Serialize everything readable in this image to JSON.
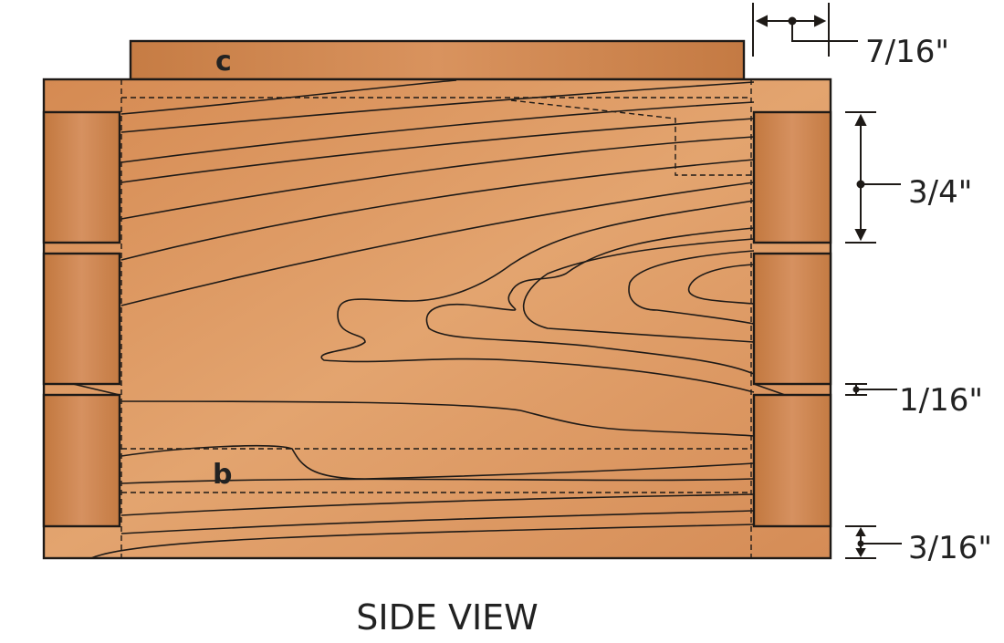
{
  "diagram": {
    "title": "SIDE VIEW",
    "part_labels": {
      "top_piece": "c",
      "lower_piece": "b"
    },
    "dimensions": {
      "top_width": "7/16\"",
      "block_height": "3/4\"",
      "gap": "1/16\"",
      "bottom_rail": "3/16\""
    },
    "colors": {
      "board": "#dc955f",
      "block": "#c97d45",
      "ink": "#1e1a17"
    }
  }
}
